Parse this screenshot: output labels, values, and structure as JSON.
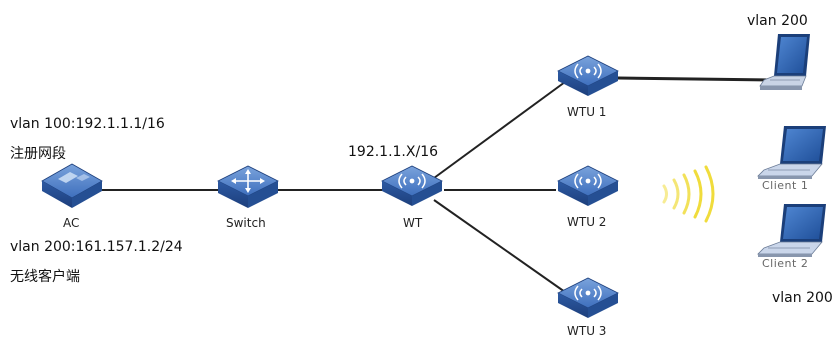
{
  "labels": {
    "vlan_register": "vlan 100:192.1.1.1/16",
    "register_segment": "注册网段",
    "vlan_wireless": "vlan 200:161.157.1.2/24",
    "wireless_client": "无线客户端",
    "wt_subnet": "192.1.1.X/16",
    "vlan_200_top": "vlan 200",
    "vlan_200_bottom": "vlan 200"
  },
  "devices": {
    "ac": "AC",
    "switch": "Switch",
    "wt": "WT",
    "wtu1": "WTU 1",
    "wtu2": "WTU 2",
    "wtu3": "WTU 3",
    "client1": "Client 1",
    "client2": "Client 2"
  },
  "colors": {
    "device_blue": "#2f5ea8",
    "device_light": "#6f9ad6",
    "link": "#222222",
    "signal": "#f0dc3c",
    "laptop_blue": "#2b66b8"
  }
}
